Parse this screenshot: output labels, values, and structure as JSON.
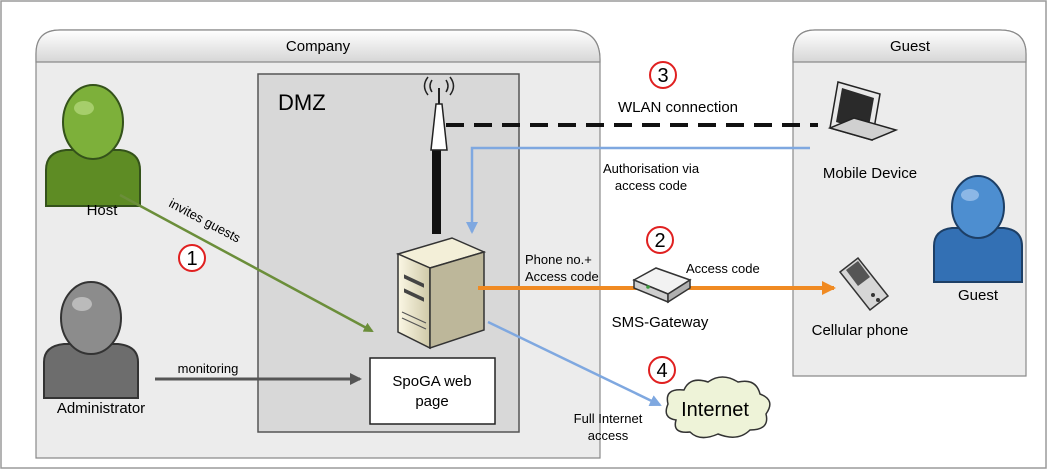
{
  "zones": {
    "company": "Company",
    "guest": "Guest",
    "dmz": "DMZ"
  },
  "actors": {
    "host": "Host",
    "administrator": "Administrator",
    "guest": "Guest"
  },
  "devices": {
    "mobile_device": "Mobile Device",
    "cellular_phone": "Cellular phone",
    "sms_gateway": "SMS-Gateway",
    "internet": "Internet",
    "web_page_line1": "SpoGA web",
    "web_page_line2": "page"
  },
  "connections": {
    "invites_guests": "invites guests",
    "monitoring": "monitoring",
    "wlan_connection": "WLAN connection",
    "authorisation_line1": "Authorisation via",
    "authorisation_line2": "access code",
    "phone_access_line1": "Phone no.+",
    "phone_access_line2": "Access code",
    "access_code": "Access code",
    "full_internet_line1": "Full Internet",
    "full_internet_line2": "access"
  },
  "steps": [
    "1",
    "2",
    "3",
    "4"
  ],
  "colors": {
    "host_green": "#6a9a2e",
    "admin_gray": "#7a7a7a",
    "guest_blue": "#3f7dc0",
    "arrow_green": "#6b8e3a",
    "arrow_orange": "#f08a22",
    "arrow_blue": "#7fa8e0",
    "step_red": "#e02020"
  }
}
